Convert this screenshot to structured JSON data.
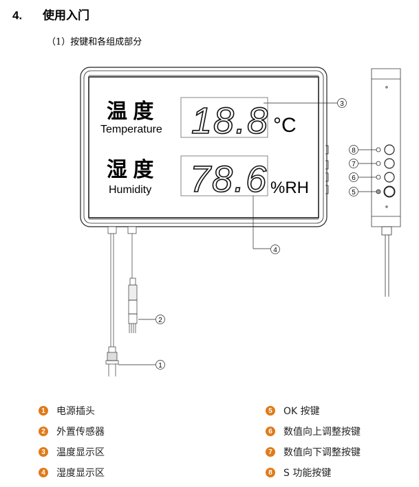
{
  "section": {
    "number": "4.",
    "title": "使用入门"
  },
  "subsection": {
    "title": "（1）按键和各组成部分"
  },
  "device": {
    "temperature": {
      "label_cn": "温 度",
      "label_en": "Temperature",
      "value": "18.8",
      "unit": "°C"
    },
    "humidity": {
      "label_cn": "湿 度",
      "label_en": "Humidity",
      "value": "78.6",
      "unit": "%RH"
    },
    "callouts": [
      "①",
      "②",
      "③",
      "④",
      "⑤",
      "⑥",
      "⑦",
      "⑧"
    ]
  },
  "legend": {
    "left": [
      {
        "num": "1",
        "label": "电源插头"
      },
      {
        "num": "2",
        "label": "外置传感器"
      },
      {
        "num": "3",
        "label": "温度显示区"
      },
      {
        "num": "4",
        "label": "湿度显示区"
      }
    ],
    "right": [
      {
        "num": "5",
        "label": "OK 按键"
      },
      {
        "num": "6",
        "label": "数值向上调整按键"
      },
      {
        "num": "7",
        "label": "数值向下调整按键"
      },
      {
        "num": "8",
        "label": "S 功能按键"
      }
    ],
    "badge_color": "#e07b1a"
  }
}
